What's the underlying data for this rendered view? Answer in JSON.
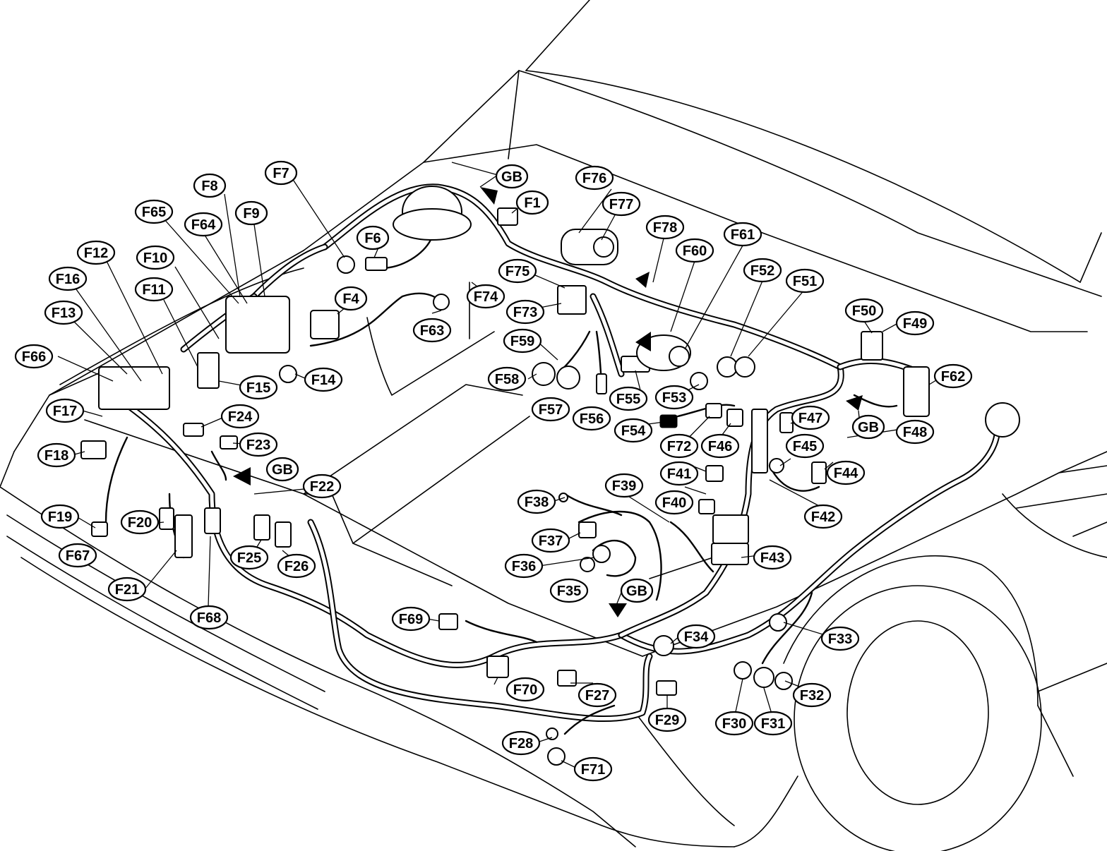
{
  "diagram": {
    "labels": [
      {
        "id": "F1",
        "text": "F1"
      },
      {
        "id": "F4",
        "text": "F4"
      },
      {
        "id": "F6",
        "text": "F6"
      },
      {
        "id": "F7",
        "text": "F7"
      },
      {
        "id": "F8",
        "text": "F8"
      },
      {
        "id": "F9",
        "text": "F9"
      },
      {
        "id": "F10",
        "text": "F10"
      },
      {
        "id": "F11",
        "text": "F11"
      },
      {
        "id": "F12",
        "text": "F12"
      },
      {
        "id": "F13",
        "text": "F13"
      },
      {
        "id": "F14",
        "text": "F14"
      },
      {
        "id": "F15",
        "text": "F15"
      },
      {
        "id": "F16",
        "text": "F16"
      },
      {
        "id": "F17",
        "text": "F17"
      },
      {
        "id": "F18",
        "text": "F18"
      },
      {
        "id": "F19",
        "text": "F19"
      },
      {
        "id": "F20",
        "text": "F20"
      },
      {
        "id": "F21",
        "text": "F21"
      },
      {
        "id": "F22",
        "text": "F22"
      },
      {
        "id": "F23",
        "text": "F23"
      },
      {
        "id": "F24",
        "text": "F24"
      },
      {
        "id": "F25",
        "text": "F25"
      },
      {
        "id": "F26",
        "text": "F26"
      },
      {
        "id": "F27",
        "text": "F27"
      },
      {
        "id": "F28",
        "text": "F28"
      },
      {
        "id": "F29",
        "text": "F29"
      },
      {
        "id": "F30",
        "text": "F30"
      },
      {
        "id": "F31",
        "text": "F31"
      },
      {
        "id": "F32",
        "text": "F32"
      },
      {
        "id": "F33",
        "text": "F33"
      },
      {
        "id": "F34",
        "text": "F34"
      },
      {
        "id": "F35",
        "text": "F35"
      },
      {
        "id": "F36",
        "text": "F36"
      },
      {
        "id": "F37",
        "text": "F37"
      },
      {
        "id": "F38",
        "text": "F38"
      },
      {
        "id": "F39",
        "text": "F39"
      },
      {
        "id": "F40",
        "text": "F40"
      },
      {
        "id": "F41",
        "text": "F41"
      },
      {
        "id": "F42",
        "text": "F42"
      },
      {
        "id": "F43",
        "text": "F43"
      },
      {
        "id": "F44",
        "text": "F44"
      },
      {
        "id": "F45",
        "text": "F45"
      },
      {
        "id": "F46",
        "text": "F46"
      },
      {
        "id": "F47",
        "text": "F47"
      },
      {
        "id": "F48",
        "text": "F48"
      },
      {
        "id": "F49",
        "text": "F49"
      },
      {
        "id": "F50",
        "text": "F50"
      },
      {
        "id": "F51",
        "text": "F51"
      },
      {
        "id": "F52",
        "text": "F52"
      },
      {
        "id": "F53",
        "text": "F53"
      },
      {
        "id": "F54",
        "text": "F54"
      },
      {
        "id": "F55",
        "text": "F55"
      },
      {
        "id": "F56",
        "text": "F56"
      },
      {
        "id": "F57",
        "text": "F57"
      },
      {
        "id": "F58",
        "text": "F58"
      },
      {
        "id": "F59",
        "text": "F59"
      },
      {
        "id": "F60",
        "text": "F60"
      },
      {
        "id": "F61",
        "text": "F61"
      },
      {
        "id": "F62",
        "text": "F62"
      },
      {
        "id": "F63",
        "text": "F63"
      },
      {
        "id": "F64",
        "text": "F64"
      },
      {
        "id": "F65",
        "text": "F65"
      },
      {
        "id": "F66",
        "text": "F66"
      },
      {
        "id": "F67",
        "text": "F67"
      },
      {
        "id": "F68",
        "text": "F68"
      },
      {
        "id": "F69",
        "text": "F69"
      },
      {
        "id": "F70",
        "text": "F70"
      },
      {
        "id": "F71",
        "text": "F71"
      },
      {
        "id": "F72",
        "text": "F72"
      },
      {
        "id": "F73",
        "text": "F73"
      },
      {
        "id": "F74",
        "text": "F74"
      },
      {
        "id": "F75",
        "text": "F75"
      },
      {
        "id": "F76",
        "text": "F76"
      },
      {
        "id": "F77",
        "text": "F77"
      },
      {
        "id": "F78",
        "text": "F78"
      },
      {
        "id": "GB1",
        "text": "GB"
      },
      {
        "id": "GB2",
        "text": "GB"
      },
      {
        "id": "GB3",
        "text": "GB"
      },
      {
        "id": "GB4",
        "text": "GB"
      }
    ]
  }
}
